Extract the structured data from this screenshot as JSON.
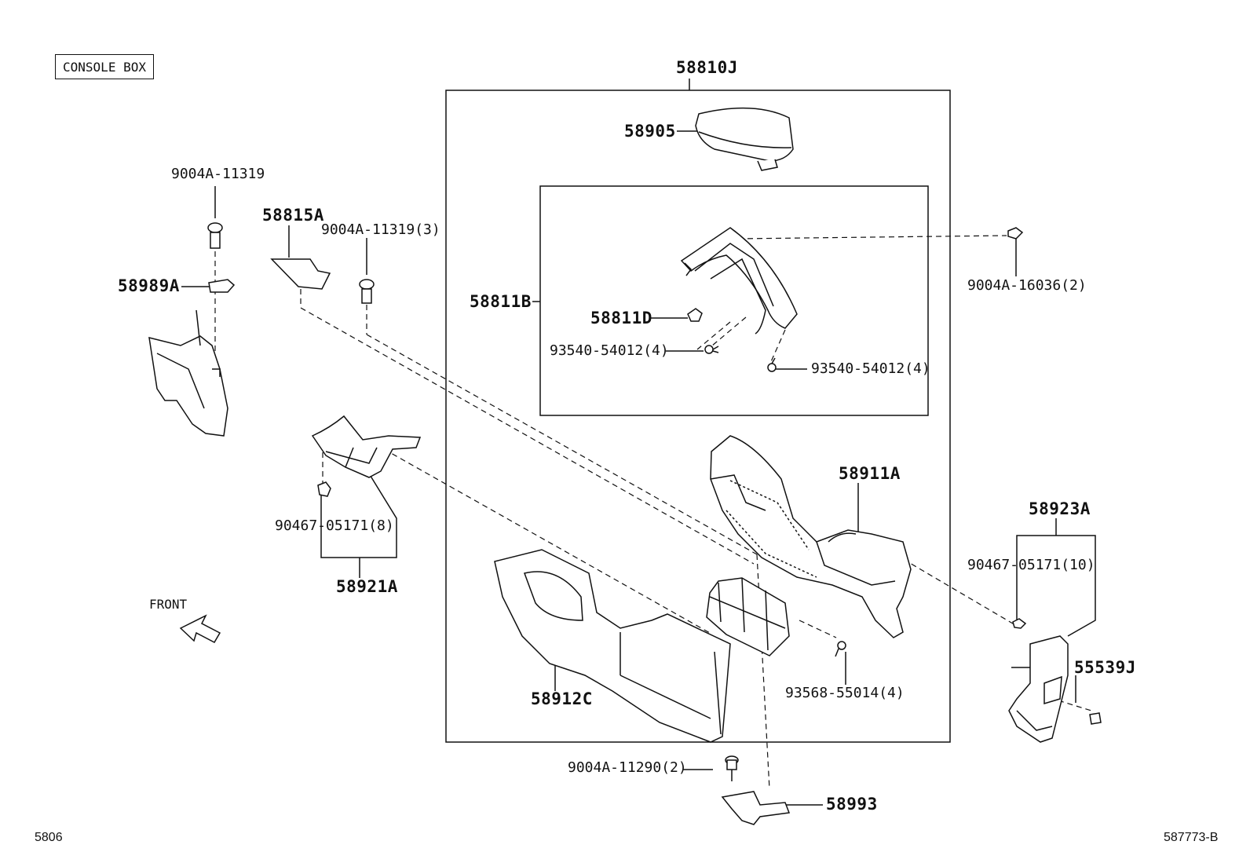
{
  "title_box": "CONSOLE BOX",
  "front_label": "FRONT",
  "footer": {
    "left": "5806",
    "right": "587773-B"
  },
  "callouts": {
    "c58810J": "58810J",
    "c58905": "58905",
    "c58811B": "58811B",
    "c58811D": "58811D",
    "c93540a": "93540-54012(4)",
    "c93540b": "93540-54012(4)",
    "c9004A16036": "9004A-16036(2)",
    "c58911A": "58911A",
    "c58923A": "58923A",
    "c90467_10": "90467-05171(10)",
    "c55539J": "55539J",
    "c93568": "93568-55014(4)",
    "c58912C": "58912C",
    "c9004A11290": "9004A-11290(2)",
    "c58993": "58993",
    "c9004A11319": "9004A-11319",
    "c58815A": "58815A",
    "c9004A11319_3": "9004A-11319(3)",
    "c58989A": "58989A",
    "c90467_8": "90467-05171(8)",
    "c58921A": "58921A"
  }
}
